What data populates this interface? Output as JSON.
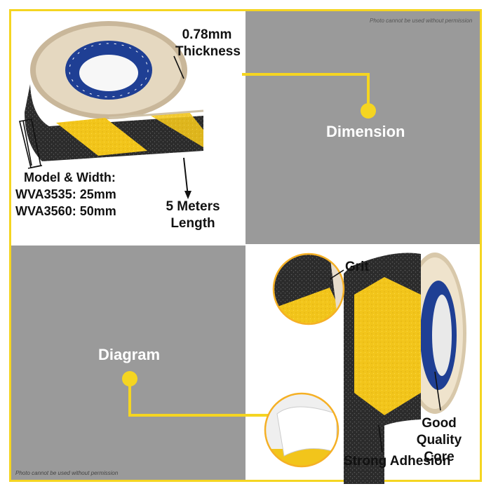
{
  "watermark": "Photo cannot be used without permission",
  "dimension_panel": {
    "heading": "Dimension",
    "thickness_label": [
      "0.78mm",
      "Thickness"
    ],
    "length_label": [
      "5 Meters",
      "Length"
    ],
    "model_label": [
      "Model & Width:",
      "WVA3535: 25mm",
      "WVA3560: 50mm"
    ]
  },
  "diagram_panel": {
    "heading": "Diagram",
    "grit_label": "Grit",
    "core_label": [
      "Good",
      "Quality Core"
    ],
    "adhesion_label": "Strong Adhesion"
  },
  "colors": {
    "accent_yellow": "#f5d521",
    "panel_gray": "#9a9a9a",
    "tape_black": "#2b2b2b",
    "tape_yellow": "#f2c51b",
    "core_blue": "#1f3f94"
  }
}
